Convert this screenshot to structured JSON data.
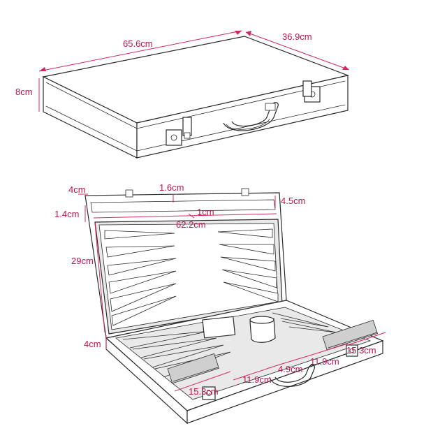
{
  "closed_case": {
    "length_label": "65.6cm",
    "width_label": "36.9cm",
    "height_label": "8cm"
  },
  "open_case": {
    "lid_depth_label": "4cm",
    "lid_rim_label": "1.4cm",
    "hinge_strip_label": "1.6cm",
    "bar_label": "4.5cm",
    "divider_label": "1cm",
    "board_length_label": "62.2cm",
    "board_width_label": "29cm",
    "base_depth_label": "4cm",
    "tray_label_left": "15.3cm",
    "section_label_1": "11.9cm",
    "section_label_2": "4.9cm",
    "section_label_3": "11.9cm",
    "tray_label_right": "15.3cm"
  },
  "colors": {
    "dimension": "#c0144a",
    "outline": "#2a2a2a"
  }
}
